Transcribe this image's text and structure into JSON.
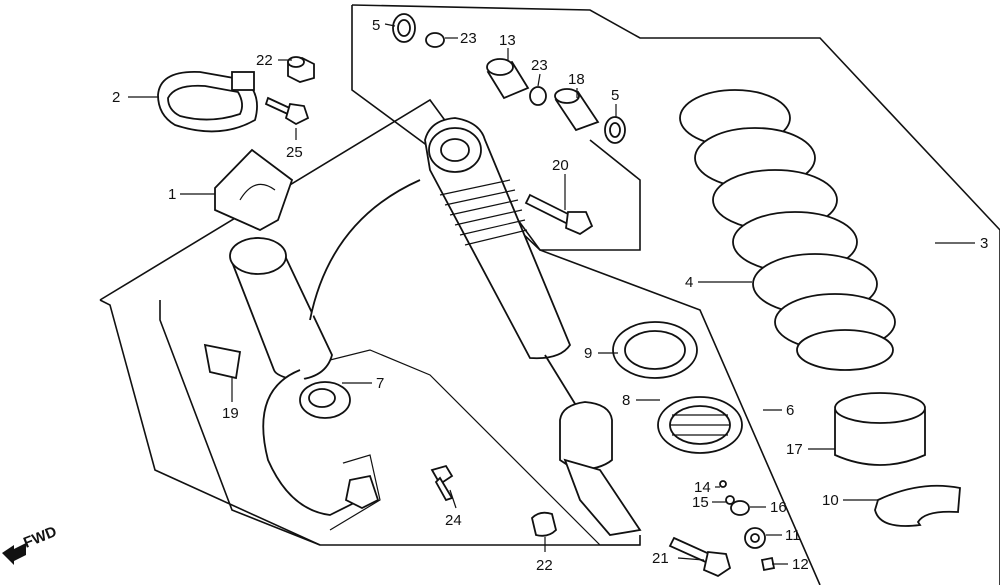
{
  "diagram": {
    "callouts": {
      "c1": "1",
      "c2": "2",
      "c3": "3",
      "c4": "4",
      "c5a": "5",
      "c5b": "5",
      "c6": "6",
      "c7": "7",
      "c8": "8",
      "c9": "9",
      "c10": "10",
      "c11": "11",
      "c12": "12",
      "c13": "13",
      "c14": "14",
      "c15": "15",
      "c16": "16",
      "c17": "17",
      "c18": "18",
      "c19": "19",
      "c20": "20",
      "c21": "21",
      "c22a": "22",
      "c22b": "22",
      "c23a": "23",
      "c23b": "23",
      "c24": "24",
      "c25": "25"
    },
    "fwd_label": "FWD"
  }
}
